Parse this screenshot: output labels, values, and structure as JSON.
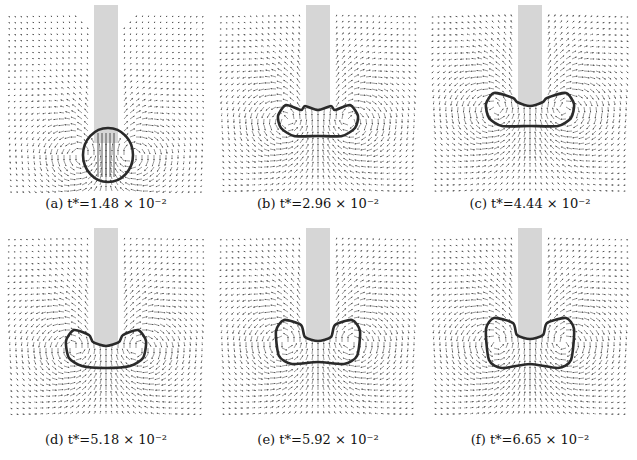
{
  "diagram": {
    "labels": [
      "(a) t*=1.48 × 10⁻²",
      "(b) t*=2.96 × 10⁻²",
      "(c) t*=4.44 × 10⁻²",
      "(d) t*=5.18 × 10⁻²",
      "(e) t*=5.92 × 10⁻²",
      "(f) t*=6.65 × 10⁻²"
    ]
  }
}
